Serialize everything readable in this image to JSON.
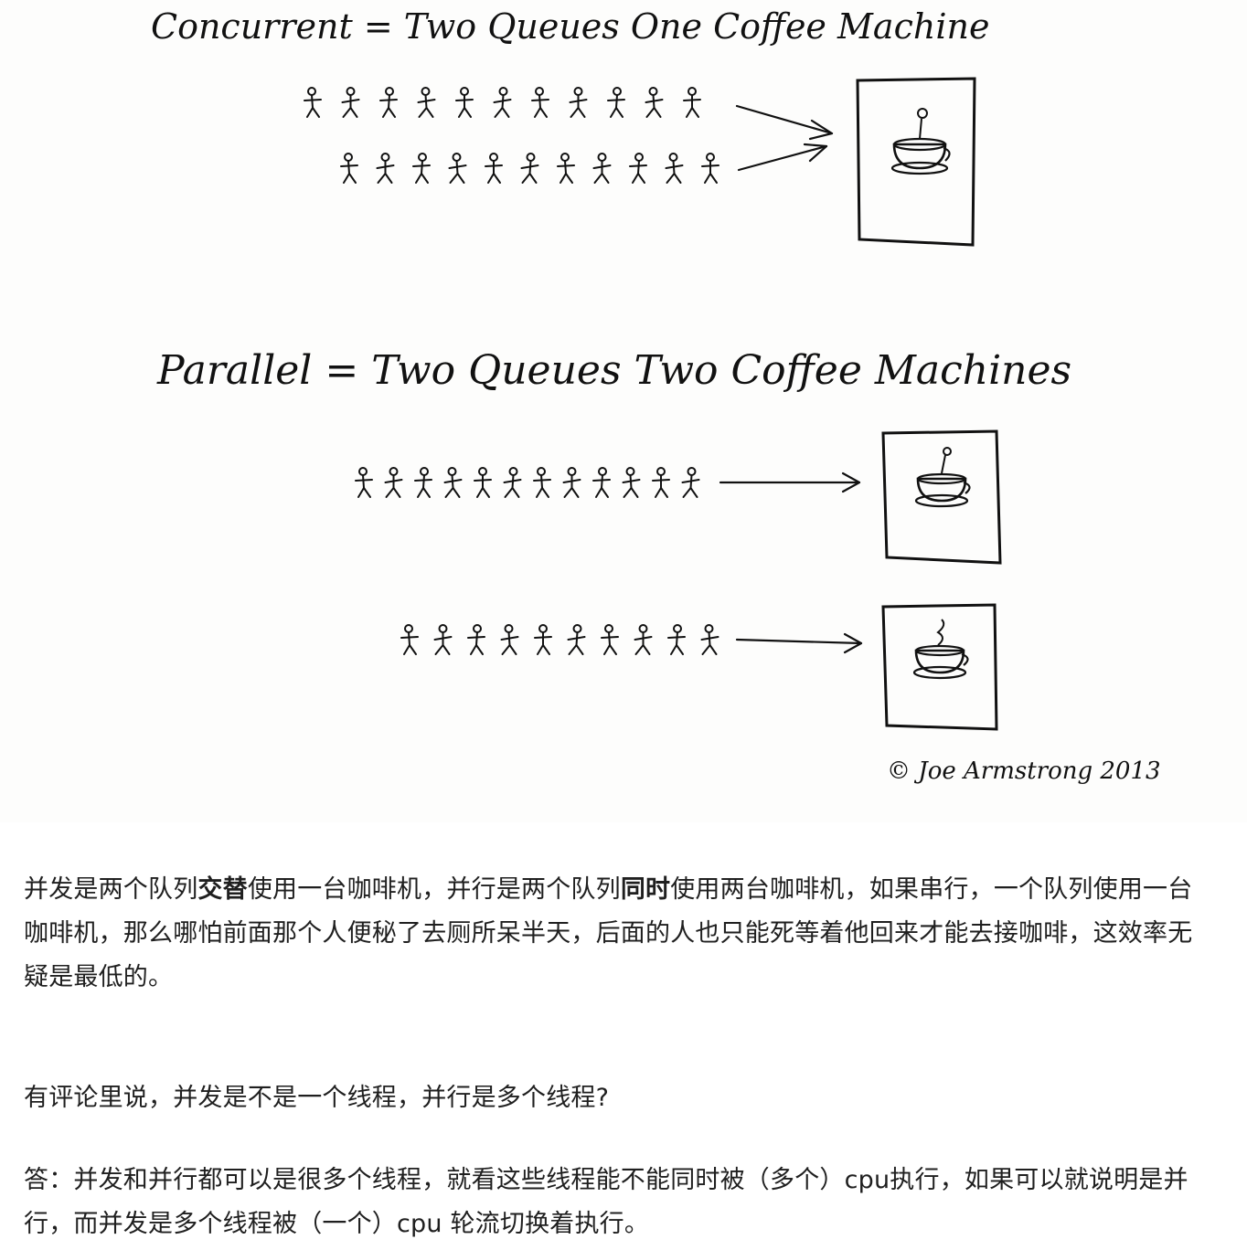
{
  "diagram": {
    "concurrent_title": "Concurrent = Two Queues One Coffee Machine",
    "parallel_title": "Parallel = Two Queues Two Coffee Machines",
    "credit": "© Joe Armstrong 2013"
  },
  "article": {
    "p1": {
      "s1": "并发是两个队列",
      "b1": "交替",
      "s2": "使用一台咖啡机，并行是两个队列",
      "b2": "同时",
      "s3": "使用两台咖啡机，如果串行，一个队列使用一台咖啡机，那么哪怕前面那个人便秘了去厕所呆半天，后面的人也只能死等着他回来才能去接咖啡，这效率无疑是最低的。"
    },
    "p2": "有评论里说，并发是不是一个线程，并行是多个线程?",
    "p3": "答：并发和并行都可以是很多个线程，就看这些线程能不能同时被（多个）cpu执行，如果可以就说明是并行，而并发是多个线程被（一个）cpu 轮流切换着执行。"
  }
}
